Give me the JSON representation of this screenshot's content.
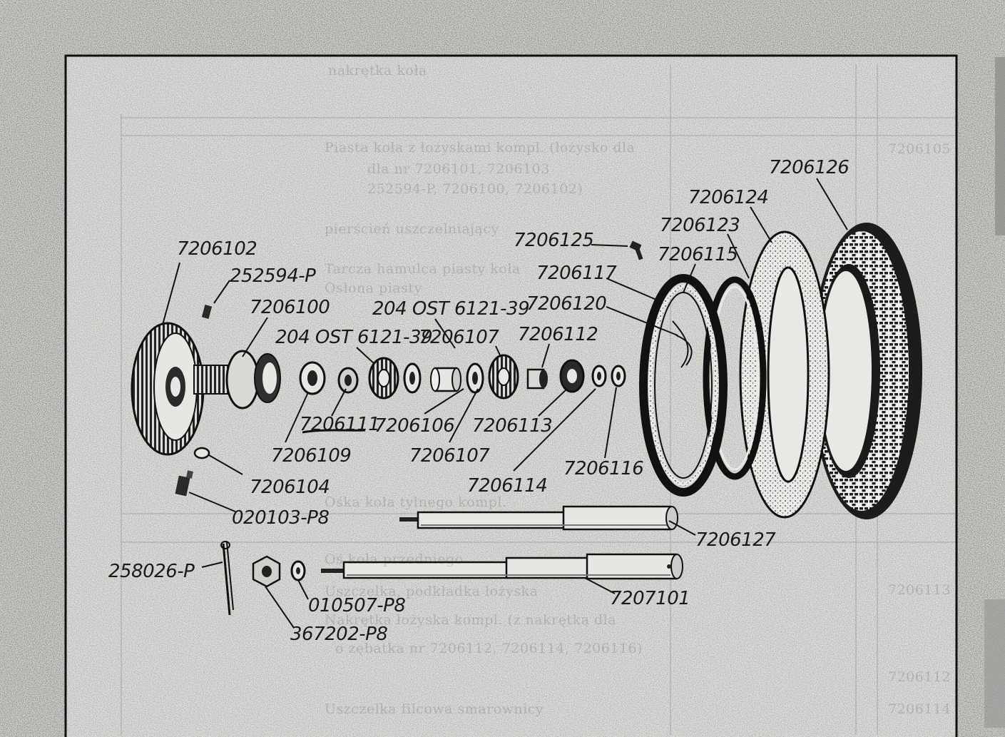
{
  "labels": {
    "p7206126": "7206126",
    "p7206124": "7206124",
    "p7206123": "7206123",
    "p7206125": "7206125",
    "p7206115": "7206115",
    "p7206117": "7206117",
    "p7206120": "7206120",
    "p7206102": "7206102",
    "p252594": "252594-P",
    "p7206100": "7206100",
    "ost_bearing_right": "204 OST 6121-39",
    "ost_bearing_left": "204 OST 6121-39",
    "p7206107_top": "7206107",
    "p7206112": "7206112",
    "p7206111": "7206111",
    "p7206106": "7206106",
    "p7206113": "7206113",
    "p7206109": "7206109",
    "p7206107_bottom": "7206107",
    "p7206116": "7206116",
    "p7206104": "7206104",
    "p7206114": "7206114",
    "p020103": "020103-P8",
    "p7206127": "7206127",
    "p258026": "258026-P",
    "p7207101": "7207101",
    "p010507": "010507-P8",
    "p367202": "367202-P8"
  },
  "bleed_through": [
    "nakrętka koła",
    "Piasta koła z łożyskami kompl. (łożysko dla",
    "dla nr 7206101, 7206103",
    "252594-P, 7206100, 7206102)",
    "pierścień uszczelniający",
    "Tarcza hamulca piasty koła",
    "Osłona piasty",
    "Ośka koła tylnego kompl.",
    "Oś koła przedniego",
    "Uszczelka, podkładka łożyska",
    "Nakrętka łożyska kompl. (z nakrętką dla",
    "o zębatka nr 7206112, 7206114, 7206116)",
    "Uszczelka filcowa smarownicy",
    "7206113",
    "7206114",
    "7206112",
    "7206105"
  ]
}
